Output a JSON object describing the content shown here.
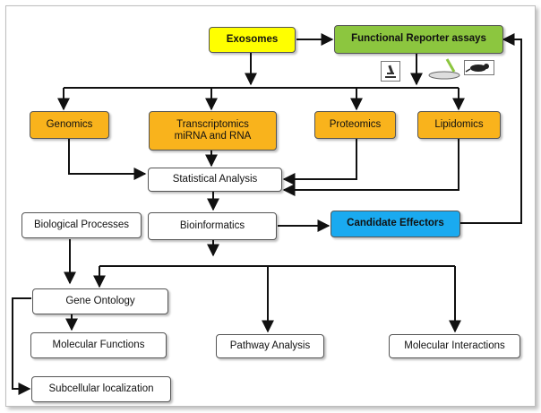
{
  "nodes": {
    "exosomes": "Exosomes",
    "functional_assays": "Functional Reporter assays",
    "genomics": "Genomics",
    "transcriptomics": "Transcriptomics\nmiRNA and RNA",
    "proteomics": "Proteomics",
    "lipidomics": "Lipidomics",
    "statistical_analysis": "Statistical Analysis",
    "biological_processes": "Biological Processes",
    "bioinformatics": "Bioinformatics",
    "candidate_effectors": "Candidate Effectors",
    "gene_ontology": "Gene Ontology",
    "molecular_functions": "Molecular Functions",
    "pathway_analysis": "Pathway Analysis",
    "molecular_interactions": "Molecular Interactions",
    "subcellular_localization": "Subcellular localization"
  },
  "icons": [
    "microscope-icon",
    "petri-dish-icon",
    "mouse-icon"
  ],
  "colors": {
    "exosomes": "#ffff00",
    "functional_assays": "#8cc63f",
    "omics": "#f9b31c",
    "candidate_effectors": "#1aaaf0"
  }
}
